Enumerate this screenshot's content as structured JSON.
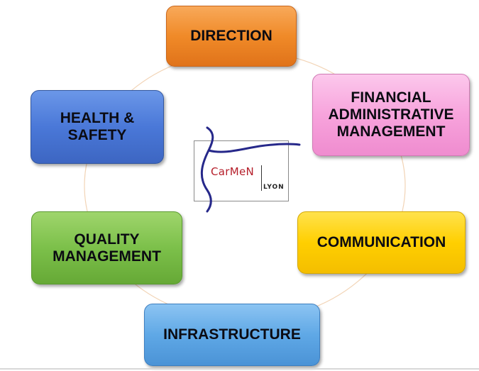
{
  "diagram": {
    "nodes": {
      "direction": "DIRECTION",
      "financial": [
        "FINANCIAL",
        "ADMINISTRATIVE",
        "MANAGEMENT"
      ],
      "communication": "COMMUNICATION",
      "infrastructure": "INFRASTRUCTURE",
      "quality": [
        "QUALITY",
        "MANAGEMENT"
      ],
      "health": [
        "HEALTH &",
        "SAFETY"
      ]
    },
    "logo": {
      "name": "CarMeN",
      "city": "LYON"
    }
  },
  "colors": {
    "direction": "#f08a28",
    "financial": "#f7a3dc",
    "communication": "#ffcf00",
    "infrastructure": "#5fa8e6",
    "quality": "#7cc04a",
    "health": "#4a78d8",
    "ring": "#f2c9a0",
    "logo_text": "#b51e2a",
    "logo_swoosh": "#26288a"
  }
}
